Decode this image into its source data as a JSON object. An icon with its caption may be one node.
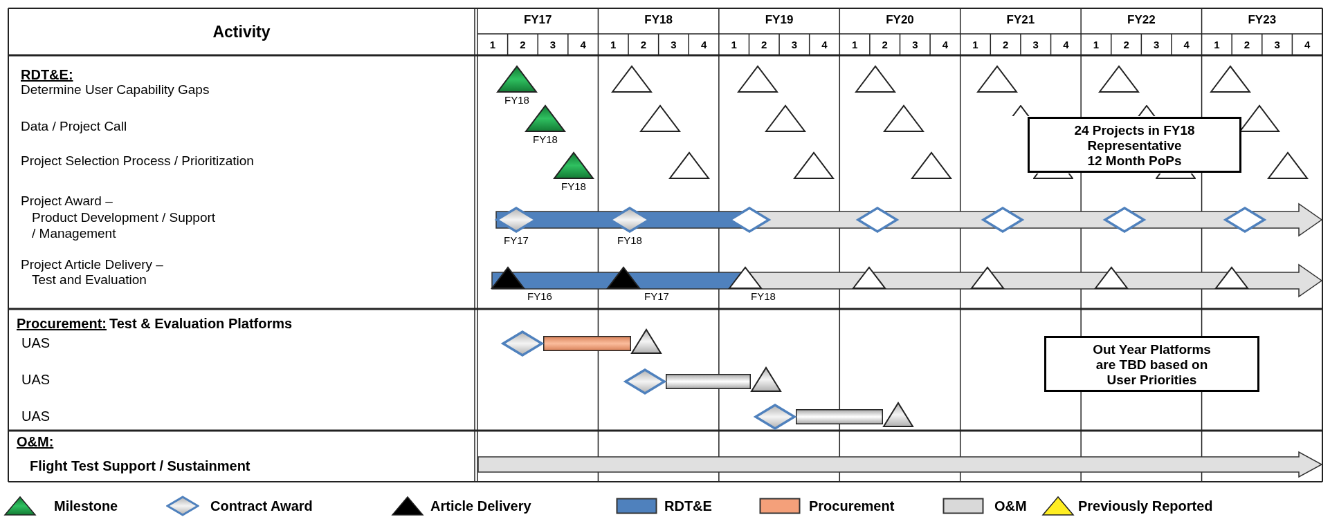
{
  "diagram": {
    "nodes": [
      {
        "text": [],
        "shape": "triangle",
        "beside": [
          "FY18"
        ]
      },
      {
        "text": [],
        "shape": "triangle"
      },
      {
        "text": [],
        "shape": "triangle"
      },
      {
        "text": [],
        "shape": "triangle"
      },
      {
        "text": [],
        "shape": "triangle"
      },
      {
        "text": [],
        "shape": "triangle"
      },
      {
        "text": [],
        "shape": "triangle"
      },
      {
        "text": [],
        "shape": "triangle",
        "beside": [
          "FY18"
        ]
      },
      {
        "text": [],
        "shape": "triangle"
      },
      {
        "text": [],
        "shape": "triangle"
      },
      {
        "text": [],
        "shape": "triangle"
      },
      {
        "text": [],
        "shape": "triangle"
      },
      {
        "text": [],
        "shape": "triangle"
      },
      {
        "text": [],
        "shape": "triangle"
      },
      {
        "text": [],
        "shape": "triangle",
        "beside": [
          "FY18"
        ]
      },
      {
        "text": [],
        "shape": "triangle"
      },
      {
        "text": [],
        "shape": "triangle"
      },
      {
        "text": [],
        "shape": "triangle"
      },
      {
        "text": [],
        "shape": "triangle"
      },
      {
        "text": [],
        "shape": "triangle"
      },
      {
        "text": [],
        "shape": "triangle"
      },
      {
        "text": [
          "24 Projects in FY18 Representative 12 Month PoPs"
        ]
      },
      {
        "text": [],
        "shape": "arrow"
      },
      {
        "text": [],
        "shape": "diamond",
        "beside": [
          "FY17"
        ],
        "in": 22
      },
      {
        "text": [],
        "shape": "diamond",
        "beside": [
          "FY18"
        ],
        "in": 22
      },
      {
        "text": [],
        "shape": "diamond",
        "in": 22
      },
      {
        "text": [],
        "shape": "diamond",
        "in": 22
      },
      {
        "text": [],
        "shape": "diamond",
        "in": 22
      },
      {
        "text": [],
        "shape": "diamond",
        "in": 22
      },
      {
        "text": [],
        "shape": "diamond",
        "in": 22
      },
      {
        "text": [],
        "shape": "arrow"
      },
      {
        "text": [],
        "shape": "triangle",
        "beside": [
          "FY16"
        ],
        "in": 30
      },
      {
        "text": [],
        "shape": "triangle",
        "beside": [
          "FY17"
        ],
        "in": 30
      },
      {
        "text": [],
        "shape": "triangle",
        "beside": [
          "FY18"
        ],
        "in": 30
      },
      {
        "text": [],
        "shape": "triangle",
        "in": 30
      },
      {
        "text": [],
        "shape": "triangle",
        "in": 30
      },
      {
        "text": [],
        "shape": "triangle",
        "in": 30
      },
      {
        "text": [],
        "shape": "triangle",
        "in": 30
      },
      {
        "text": [],
        "shape": "diamond"
      },
      {
        "text": [],
        "shape": "bar"
      },
      {
        "text": [],
        "shape": "triangle"
      },
      {
        "text": [
          "Out Year Platforms are TBD based on User Priorities"
        ]
      },
      {
        "text": [],
        "shape": "diamond"
      },
      {
        "text": [],
        "shape": "bar"
      },
      {
        "text": [],
        "shape": "triangle"
      },
      {
        "text": [],
        "shape": "diamond"
      },
      {
        "text": [],
        "shape": "bar"
      },
      {
        "text": [],
        "shape": "triangle"
      },
      {
        "text": [],
        "shape": "arrow"
      }
    ],
    "labels": [
      "Activity",
      "FY17",
      "FY18",
      "FY19",
      "FY20",
      "FY21",
      "FY22",
      "FY23",
      "1",
      "2",
      "3",
      "4",
      "1",
      "2",
      "3",
      "4",
      "1",
      "2",
      "3",
      "4",
      "1",
      "2",
      "3",
      "4",
      "1",
      "2",
      "3",
      "4",
      "1",
      "2",
      "3",
      "4",
      "1",
      "2",
      "3",
      "4",
      "RDT&E:",
      "Determine User Capability Gaps",
      "Data / Project Call",
      "Project Selection Process / Prioritization",
      "Project Award – Product Development / Support / Management",
      "Project Article Delivery – Test and Evaluation",
      "Procurement:",
      "Test & Evaluation Platforms",
      "UAS",
      "UAS",
      "UAS",
      "O&M:",
      "Flight Test Support / Sustainment"
    ],
    "legend": [
      {
        "text": "Milestone"
      },
      {
        "text": "Contract Award"
      },
      {
        "text": "Article Delivery"
      },
      {
        "text": "RDT&E",
        "color": "#4f81bd"
      },
      {
        "text": "Procurement",
        "color": "#f4a07a"
      },
      {
        "text": "O&M",
        "color": "#d9d9d9"
      },
      {
        "text": "Previously Reported"
      }
    ]
  }
}
